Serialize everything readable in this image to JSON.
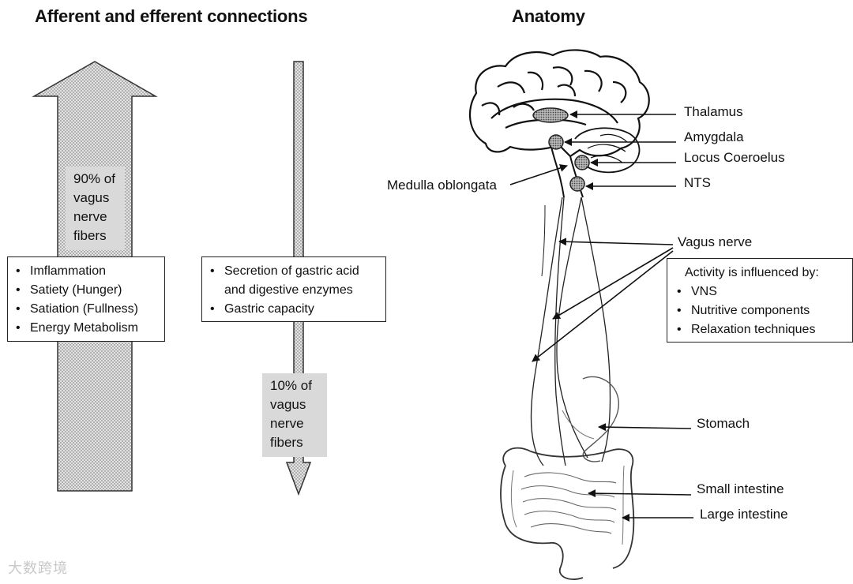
{
  "titles": {
    "left": "Afferent and efferent connections",
    "right": "Anatomy"
  },
  "afferent": {
    "label_lines": [
      "90% of",
      "vagus",
      "nerve",
      "fibers"
    ],
    "items": [
      "Imflammation",
      "Satiety (Hunger)",
      "Satiation (Fullness)",
      "Energy Metabolism"
    ]
  },
  "efferent": {
    "items": [
      "Secretion of gastric acid and digestive enzymes",
      "Gastric capacity"
    ],
    "label_lines": [
      "10% of",
      "vagus",
      "nerve",
      "fibers"
    ]
  },
  "anatomy": {
    "labels": {
      "thalamus": "Thalamus",
      "amygdala": "Amygdala",
      "locus": "Locus Coeroelus",
      "nts": "NTS",
      "medulla": "Medulla oblongata",
      "vagus": "Vagus nerve",
      "stomach": "Stomach",
      "small_intestine": "Small intestine",
      "large_intestine": "Large intestine"
    },
    "influence": {
      "heading": "Activity is influenced by:",
      "items": [
        "VNS",
        "Nutritive components",
        "Relaxation techniques"
      ]
    }
  },
  "watermark": "大数跨境",
  "colors": {
    "arrow_fill": "#cfcfcf",
    "gray_label": "#d9d9d9",
    "line": "#111111"
  }
}
